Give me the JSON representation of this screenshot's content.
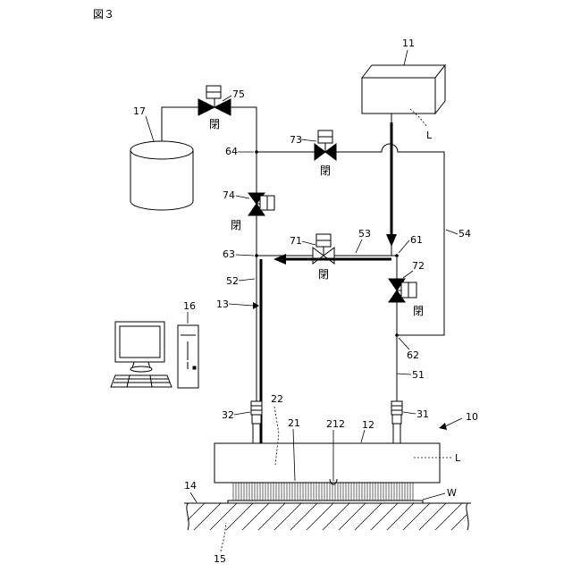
{
  "figure_title": "図３",
  "valve_state_label": "閉",
  "labels": {
    "n10": "10",
    "n11": "11",
    "n12": "12",
    "n13": "13",
    "n14": "14",
    "n15": "15",
    "n16": "16",
    "n17": "17",
    "n21": "21",
    "n212": "212",
    "n22": "22",
    "n31": "31",
    "n32": "32",
    "n51": "51",
    "n52": "52",
    "n53": "53",
    "n54": "54",
    "n61": "61",
    "n62": "62",
    "n63": "63",
    "n64": "64",
    "n71": "71",
    "n72": "72",
    "n73": "73",
    "n74": "74",
    "n75": "75",
    "L_top": "L",
    "L_head": "L",
    "W": "W"
  }
}
